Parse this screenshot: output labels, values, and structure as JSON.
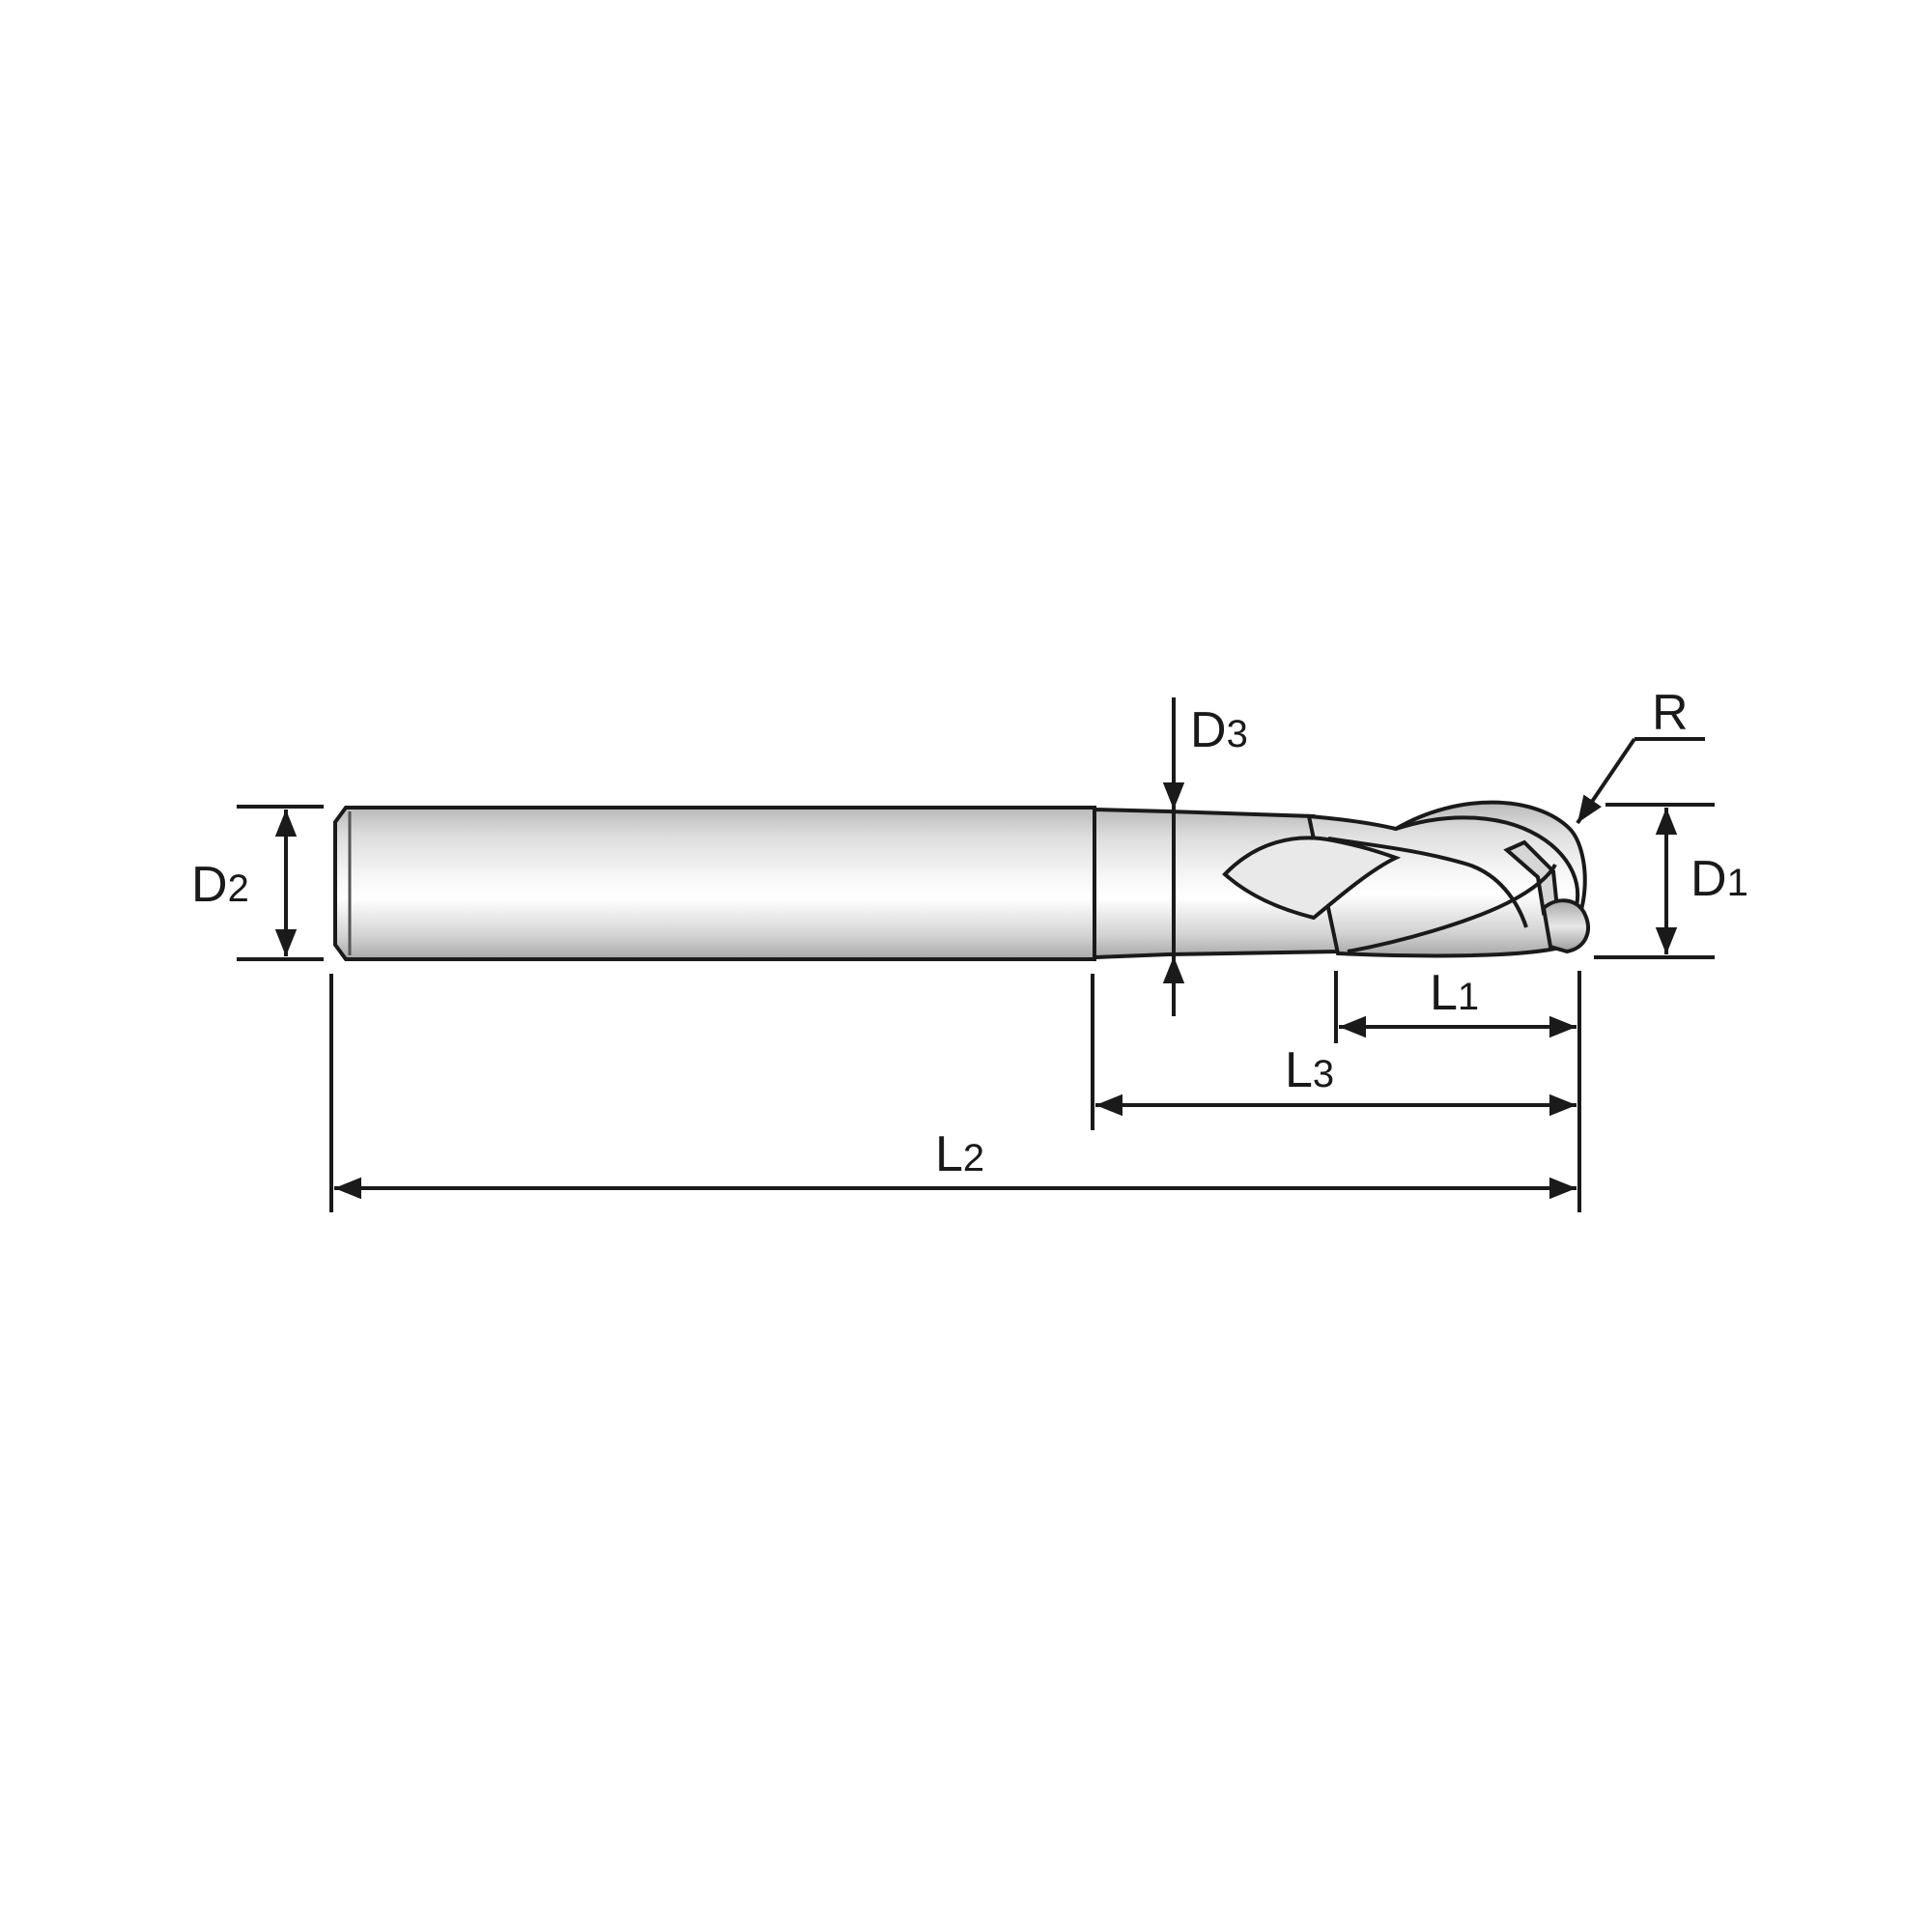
{
  "diagram": {
    "labels": {
      "d1": {
        "main": "D",
        "sub": "1"
      },
      "d2": {
        "main": "D",
        "sub": "2"
      },
      "d3": {
        "main": "D",
        "sub": "3"
      },
      "l1": {
        "main": "L",
        "sub": "1"
      },
      "l2": {
        "main": "L",
        "sub": "2"
      },
      "l3": {
        "main": "L",
        "sub": "3"
      },
      "r": "R"
    }
  }
}
